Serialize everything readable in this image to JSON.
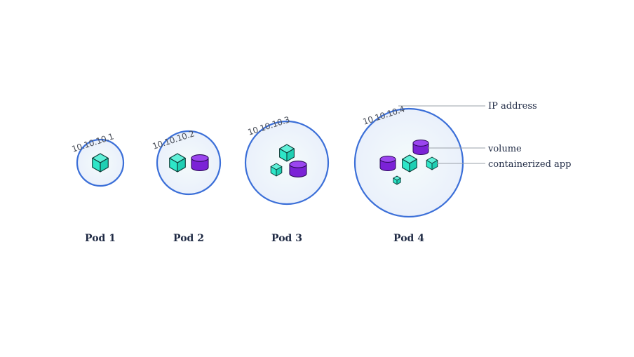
{
  "colors": {
    "pod_stroke": "#3b6fd8",
    "pod_fill_inner": "#f4fbfb",
    "pod_fill_outer": "#e8eefb",
    "container_face": "#2ee6c8",
    "container_edge": "#0d3d38",
    "volume_fill": "#8a2be2",
    "volume_edge": "#2a0b55"
  },
  "icons": [
    "cube-icon",
    "cylinder-icon"
  ],
  "pods": [
    {
      "label": "Pod 1",
      "ip": "10.10.10.1"
    },
    {
      "label": "Pod 2",
      "ip": "10.10.10.2"
    },
    {
      "label": "Pod 3",
      "ip": "10.10.10.3"
    },
    {
      "label": "Pod 4",
      "ip": "10.10.10.4"
    }
  ],
  "legend": {
    "ip_address": "IP address",
    "volume": "volume",
    "containerized_app": "containerized app"
  }
}
